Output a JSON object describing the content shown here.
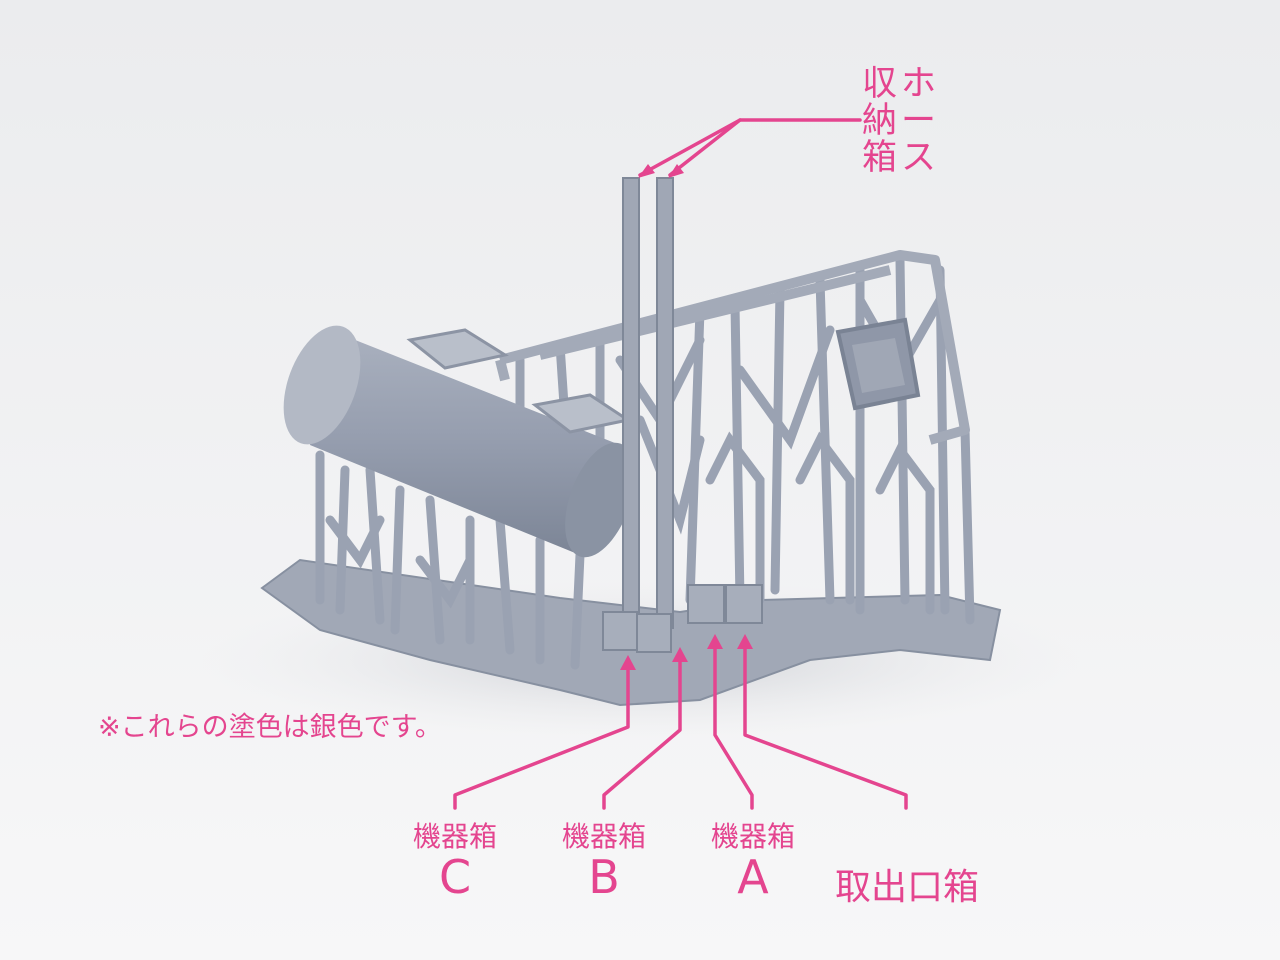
{
  "annotation": {
    "color": "#e4458f",
    "hose_box_label_lines": [
      "ホー",
      "ス",
      "収納",
      "箱"
    ],
    "hose_box_label": "ホース収納箱",
    "note": "※これらの塗色は銀色です。",
    "equipment_boxes": [
      {
        "top": "機器箱",
        "letter": "C"
      },
      {
        "top": "機器箱",
        "letter": "B"
      },
      {
        "top": "機器箱",
        "letter": "A"
      }
    ],
    "outlet_box": "取出口箱"
  },
  "colors": {
    "background_top": "#e9eaec",
    "background_bottom": "#f6f6f7",
    "resin": "#9aa2b2",
    "resin_dark": "#7a8394",
    "resin_light": "#b7bdca"
  }
}
